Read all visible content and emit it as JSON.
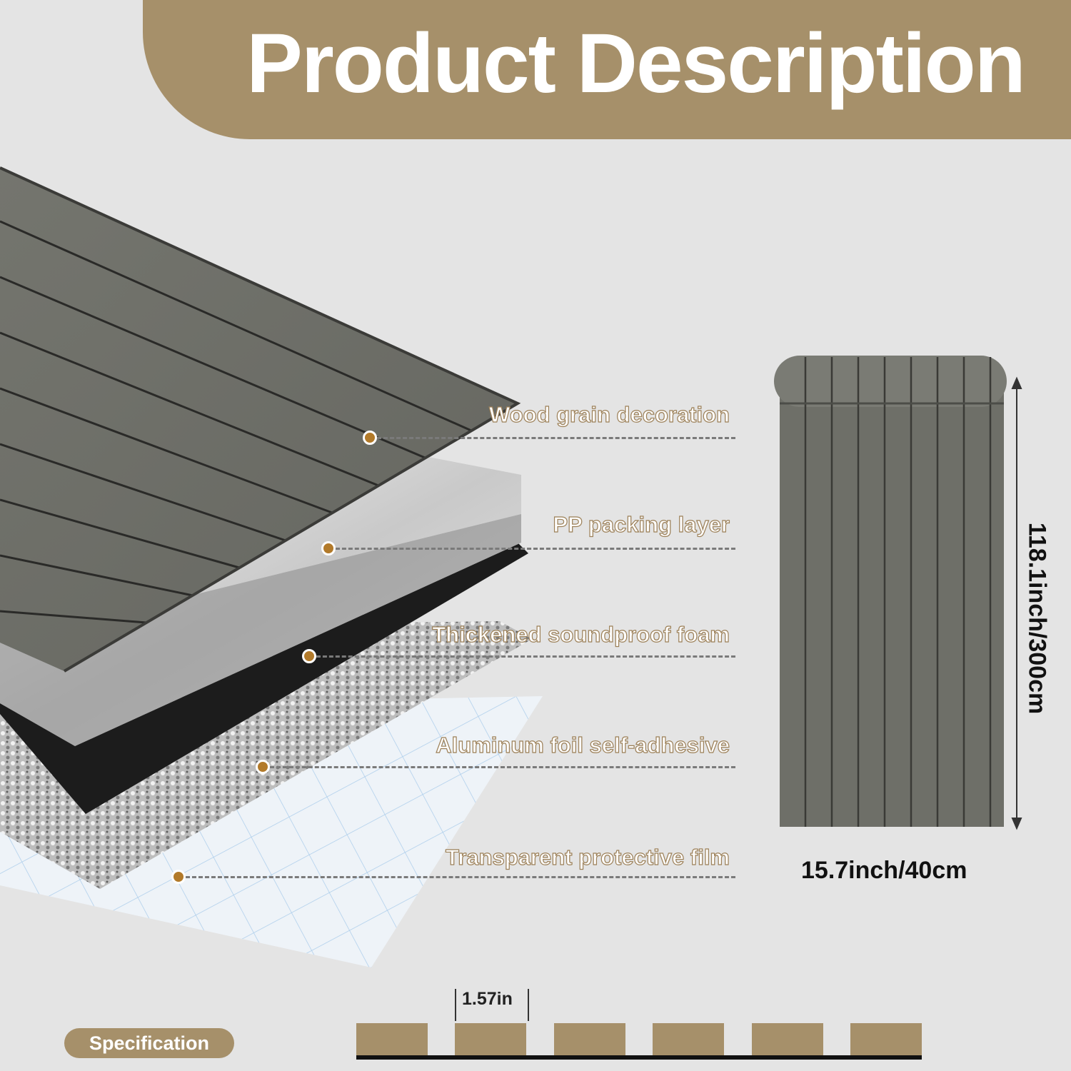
{
  "header": {
    "title": "Product Description"
  },
  "layers": [
    {
      "label": "Wood grain decoration"
    },
    {
      "label": "PP packing layer"
    },
    {
      "label": "Thickened soundproof foam"
    },
    {
      "label": "Aluminum foil self-adhesive"
    },
    {
      "label": "Transparent protective film"
    }
  ],
  "roll": {
    "width_label": "15.7inch/40cm",
    "height_label": "118.1inch/300cm"
  },
  "specification": {
    "badge_label": "Specification",
    "plank_width_label": "1.57in",
    "plank_count": 6
  },
  "colors": {
    "accent": "#a6906a",
    "dot": "#b27a2a",
    "wood": "#6f706a",
    "background": "#e4e4e4"
  }
}
